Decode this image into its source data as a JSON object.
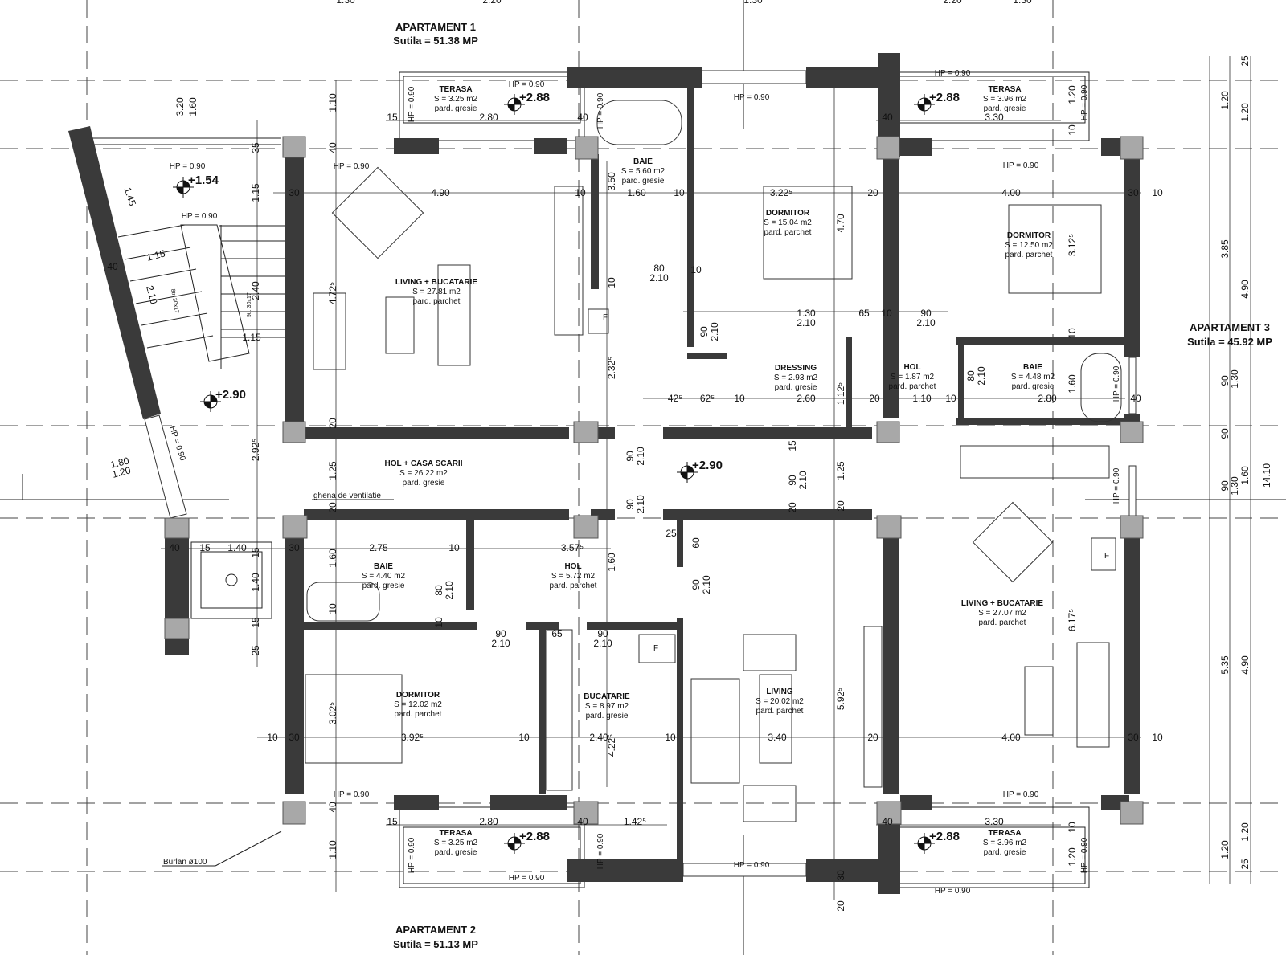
{
  "apartments": [
    {
      "title": "APARTAMENT 1",
      "area": "Sutila = 51.38 MP"
    },
    {
      "title": "APARTAMENT 2",
      "area": "Sutila = 51.13 MP"
    },
    {
      "title": "APARTAMENT 3",
      "area": "Sutila = 45.92 MP"
    }
  ],
  "rooms": [
    {
      "name": "TERASA",
      "area": "S = 3.25 m2",
      "floor": "pard. gresie"
    },
    {
      "name": "BAIE",
      "area": "S = 5.60 m2",
      "floor": "pard. gresie"
    },
    {
      "name": "DORMITOR",
      "area": "S = 15.04 m2",
      "floor": "pard. parchet"
    },
    {
      "name": "LIVING + BUCATARIE",
      "area": "S = 27.81 m2",
      "floor": "pard. parchet"
    },
    {
      "name": "DRESSING",
      "area": "S = 2.93 m2",
      "floor": "pard. gresie"
    },
    {
      "name": "TERASA",
      "area": "S = 3.96 m2",
      "floor": "pard. gresie"
    },
    {
      "name": "DORMITOR",
      "area": "S = 12.50 m2",
      "floor": "pard. parchet"
    },
    {
      "name": "HOL",
      "area": "S = 1.87 m2",
      "floor": "pard. parchet"
    },
    {
      "name": "BAIE",
      "area": "S = 4.48 m2",
      "floor": "pard. gresie"
    },
    {
      "name": "LIVING + BUCATARIE",
      "area": "S = 27.07 m2",
      "floor": "pard. parchet"
    },
    {
      "name": "HOL + CASA SCARII",
      "area": "S = 26.22 m2",
      "floor": "pard. gresie"
    },
    {
      "name": "BAIE",
      "area": "S = 4.40 m2",
      "floor": "pard. gresie"
    },
    {
      "name": "HOL",
      "area": "S = 5.72 m2",
      "floor": "pard. parchet"
    },
    {
      "name": "DORMITOR",
      "area": "S = 12.02 m2",
      "floor": "pard. parchet"
    },
    {
      "name": "BUCATARIE",
      "area": "S = 8.97 m2",
      "floor": "pard. gresie"
    },
    {
      "name": "LIVING",
      "area": "S = 20.02 m2",
      "floor": "pard. parchet"
    },
    {
      "name": "TERASA",
      "area": "S = 3.25 m2",
      "floor": "pard. gresie"
    },
    {
      "name": "TERASA",
      "area": "S = 3.96 m2",
      "floor": "pard. gresie"
    }
  ],
  "levels": [
    "+2.88",
    "+2.88",
    "+1.54",
    "+2.90",
    "+2.90",
    "+2.88",
    "+2.88"
  ],
  "hp_label": "HP = 0.90",
  "notes": {
    "ventilation": "ghena de ventilatie",
    "downpipe": "Burlan ø100",
    "fridge": "F",
    "stair_left": "8tr. 30x17",
    "stair_right": "9tr. 30x17"
  },
  "dimensions": [
    "1.30",
    "2.20",
    "1.30",
    "2.20",
    "1.30",
    "3.20",
    "1.60",
    "1.10",
    "40",
    "15",
    "2.80",
    "40",
    "35",
    "1.15",
    "30",
    "4.90",
    "10",
    "3.50",
    "1.60",
    "10",
    "3.22⁵",
    "20",
    "4.70",
    "4.00",
    "30",
    "10",
    "1.20",
    "10",
    "3.30",
    "40",
    "1.45",
    "1.15",
    "40",
    "2.10",
    "2.40",
    "1.15",
    "4.72⁵",
    "80",
    "2.10",
    "10",
    "10",
    "3.12⁵",
    "90",
    "2.10",
    "1.30",
    "2.10",
    "65",
    "10",
    "90",
    "2.10",
    "10",
    "2.32⁵",
    "42⁵",
    "62⁵",
    "10",
    "2.60",
    "1.12⁵",
    "20",
    "1.10",
    "10",
    "80",
    "2.10",
    "2.80",
    "1.60",
    "40",
    "20",
    "2.92⁵",
    "1.80",
    "1.20",
    "90",
    "2.10",
    "15",
    "90",
    "2.10",
    "1.25",
    "1.25",
    "20",
    "90",
    "2.10",
    "20",
    "20",
    "40",
    "15",
    "1.40",
    "15",
    "30",
    "2.75",
    "10",
    "3.57⁵",
    "1.60",
    "1.60",
    "25",
    "60",
    "1.40",
    "80",
    "2.10",
    "10",
    "90",
    "2.10",
    "15",
    "10",
    "25",
    "90",
    "2.10",
    "65",
    "90",
    "2.10",
    "6.17⁵",
    "3.02⁵",
    "10",
    "30",
    "3.92⁵",
    "10",
    "2.40",
    "4.22⁵",
    "10",
    "3.40",
    "5.92⁵",
    "20",
    "4.00",
    "30",
    "10",
    "40",
    "15",
    "2.80",
    "40",
    "1.42⁵",
    "3.30",
    "40",
    "10",
    "1.20",
    "1.10",
    "30",
    "20",
    "25",
    "1.20",
    "1.20",
    "3.85",
    "4.90",
    "1.30",
    "90",
    "90",
    "90",
    "1.30",
    "1.60",
    "14.10",
    "5.35",
    "4.90",
    "1.20",
    "1.20",
    "25"
  ]
}
